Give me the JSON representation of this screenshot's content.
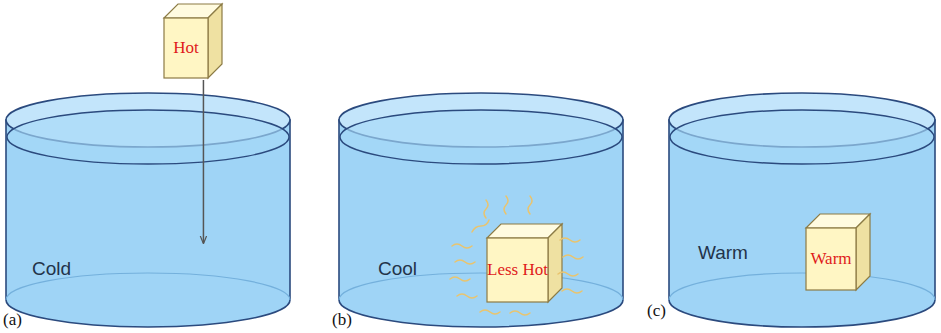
{
  "diagram": {
    "nodes": [
      {
        "text": [
          "Hot"
        ]
      },
      {
        "text": [
          "Cold"
        ]
      },
      {
        "text": [
          "Cool"
        ]
      },
      {
        "text": [
          "Less Hot"
        ],
        "in": 2
      },
      {
        "text": [
          "Warm"
        ]
      },
      {
        "text": [
          "Warm"
        ],
        "in": 4
      }
    ],
    "edges": [
      {
        "from": 0,
        "to": 1,
        "arrow": "to"
      }
    ],
    "labels": [
      "(a)",
      "(b)",
      "(c)"
    ]
  }
}
